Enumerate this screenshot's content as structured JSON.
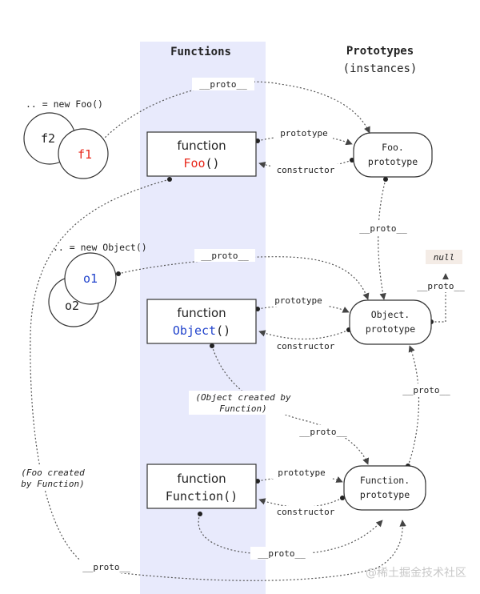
{
  "headers": {
    "functions": "Functions",
    "prototypes": "Prototypes",
    "instances": "(instances)"
  },
  "colors": {
    "band": "#e8eafc",
    "red": "#e8291c",
    "blue": "#2244cc",
    "line": "#555555"
  },
  "instances": {
    "foo_new": ".. = new Foo()",
    "f2": "f2",
    "f1": "f1",
    "object_new": ".. = new Object()",
    "o1": "o1",
    "o2": "o2"
  },
  "functions": {
    "foo": {
      "keyword": "function",
      "name": "Foo",
      "parens": "()"
    },
    "object": {
      "keyword": "function",
      "name": "Object",
      "parens": "()"
    },
    "function": {
      "keyword": "function",
      "name": "Function()"
    }
  },
  "prototypes": {
    "foo": {
      "line1": "Foo.",
      "line2": "prototype"
    },
    "object": {
      "line1": "Object.",
      "line2": "prototype"
    },
    "function": {
      "line1": "Function.",
      "line2": "prototype"
    }
  },
  "labels": {
    "proto": "__proto__",
    "prototype": "prototype",
    "constructor": "constructor",
    "null": "null",
    "object_created_1": "(Object created by",
    "object_created_2": "Function)",
    "foo_created_1": "(Foo created",
    "foo_created_2": "by Function)"
  },
  "watermark": "@稀土掘金技术社区"
}
